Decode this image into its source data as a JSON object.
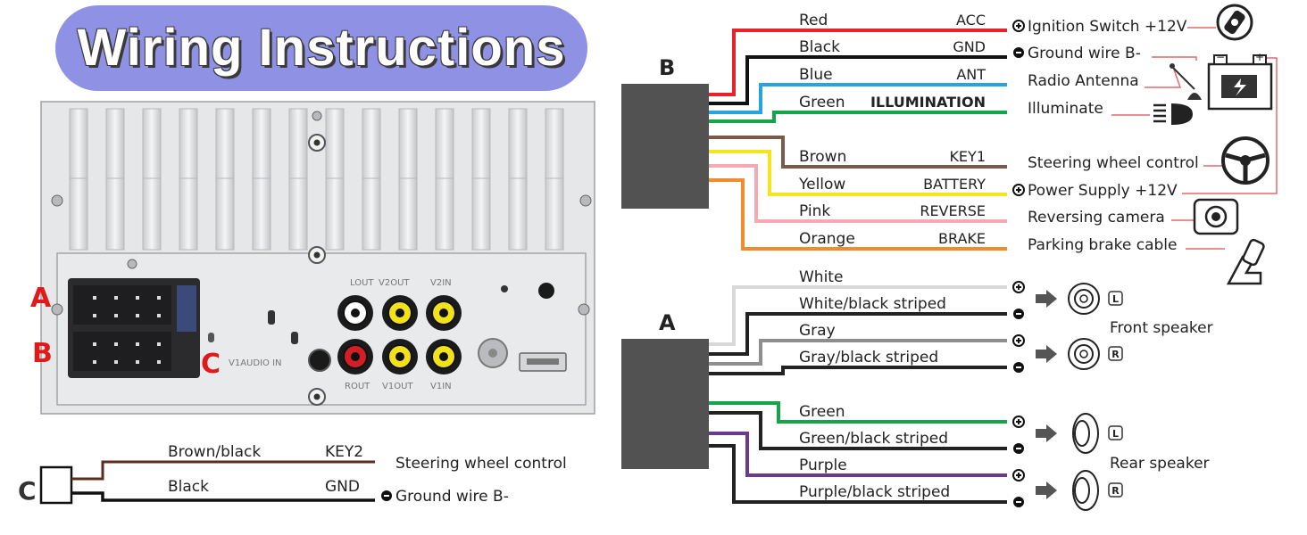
{
  "title": "Wiring Instructions",
  "panel": {
    "labels": {
      "a": "A",
      "b": "B",
      "c": "C"
    },
    "rca_top": [
      "LOUT",
      "V2OUT",
      "V2IN"
    ],
    "rca_bottom": [
      "ROUT",
      "V1OUT",
      "V1IN"
    ],
    "aux_label": "V1AUDIO IN"
  },
  "connector_c": {
    "label": "C",
    "wires": [
      {
        "color_name": "Brown/black",
        "signal": "KEY2",
        "dest": "Steering wheel control",
        "color": "#5b2d1c",
        "pole": ""
      },
      {
        "color_name": "Black",
        "signal": "GND",
        "dest": "Ground wire B-",
        "color": "#111111",
        "pole": "-"
      }
    ]
  },
  "connector_b": {
    "label": "B",
    "wires": [
      {
        "color_name": "Red",
        "signal": "ACC",
        "dest": "Ignition Switch +12V",
        "color": "#e4232b",
        "pole": "+"
      },
      {
        "color_name": "Black",
        "signal": "GND",
        "dest": "Ground wire B-",
        "color": "#111111",
        "pole": "-"
      },
      {
        "color_name": "Blue",
        "signal": "ANT",
        "dest": "Radio Antenna",
        "color": "#29a3e0",
        "pole": ""
      },
      {
        "color_name": "Green",
        "signal": "ILLUMINATION",
        "dest": "Illuminate",
        "color": "#14a44a",
        "pole": ""
      },
      {
        "color_name": "Brown",
        "signal": "KEY1",
        "dest": "Steering wheel control",
        "color": "#7b5a4a",
        "pole": ""
      },
      {
        "color_name": "Yellow",
        "signal": "BATTERY",
        "dest": "Power Supply +12V",
        "color": "#f5e51a",
        "pole": "+"
      },
      {
        "color_name": "Pink",
        "signal": "REVERSE",
        "dest": "Reversing camera",
        "color": "#f4a9b3",
        "pole": ""
      },
      {
        "color_name": "Orange",
        "signal": "BRAKE",
        "dest": "Parking brake cable",
        "color": "#f28a2e",
        "pole": ""
      }
    ]
  },
  "connector_a": {
    "label": "A",
    "wires": [
      {
        "color_name": "White",
        "color": "#d8d8d8",
        "pole": "+"
      },
      {
        "color_name": "White/black striped",
        "color": "#222222",
        "pole": "-"
      },
      {
        "color_name": "Gray",
        "color": "#8e8e8e",
        "pole": "+"
      },
      {
        "color_name": "Gray/black striped",
        "color": "#222222",
        "pole": "-"
      },
      {
        "color_name": "Green",
        "color": "#14a44a",
        "pole": "+"
      },
      {
        "color_name": "Green/black striped",
        "color": "#222222",
        "pole": "-"
      },
      {
        "color_name": "Purple",
        "color": "#6a3a8e",
        "pole": "+"
      },
      {
        "color_name": "Purple/black striped",
        "color": "#222222",
        "pole": "-"
      }
    ],
    "speakers": [
      {
        "name": "Front speaker",
        "channels": [
          "L",
          "R"
        ]
      },
      {
        "name": "Rear speaker",
        "channels": [
          "L",
          "R"
        ]
      }
    ]
  }
}
